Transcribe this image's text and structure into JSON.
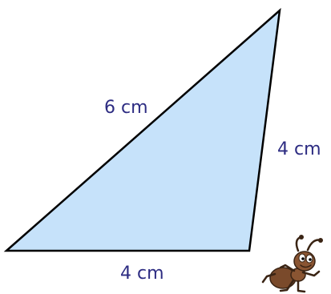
{
  "triangle": {
    "fill_color": "#c6e2fa",
    "stroke_color": "#000000"
  },
  "labels": {
    "left_side": "6 cm",
    "right_side": "4 cm",
    "bottom_side": "4 cm",
    "label_color": "#2d2c82"
  },
  "mascot": {
    "icon": "ant-mascot-icon",
    "body_color": "#7a4a2b"
  }
}
